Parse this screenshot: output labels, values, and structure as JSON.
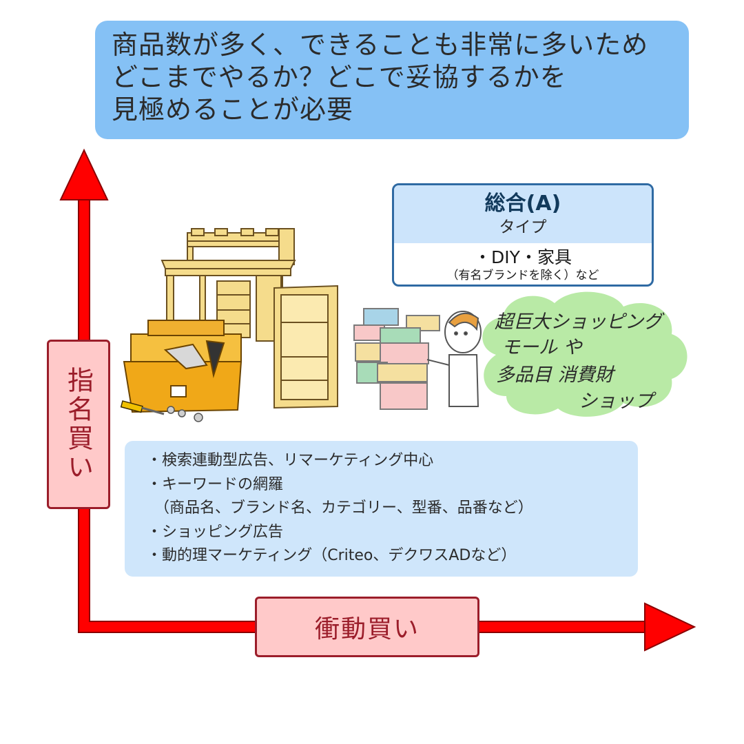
{
  "banner": {
    "lines": [
      "商品数が多く、できることも非常に多いため",
      "どこまでやるか？どこで妥協するかを",
      "見極めることが必要"
    ]
  },
  "type_box": {
    "title": "総合(A)",
    "subtitle": "タイプ",
    "item": "・DIY・家具",
    "note": "（有名ブランドを除く）など"
  },
  "cloud": {
    "lines": [
      "超巨大ショッピング",
      "モール や",
      "多品目 消費財",
      "ショップ"
    ]
  },
  "list": {
    "items": [
      "・検索連動型広告、リマーケティング中心",
      "・キーワードの網羅",
      "　（商品名、ブランド名、カテゴリー、型番、品番など）",
      "・ショッピング広告",
      "・動的理マーケティング（Criteo、デクワスADなど）"
    ]
  },
  "axes": {
    "y_label": "指名買い",
    "x_label": "衝動買い"
  },
  "colors": {
    "banner": "#85c1f5",
    "arrow": "#ff0000",
    "axis_label_bg": "#ffc9c9",
    "axis_label_border": "#9b1d2a",
    "cloud": "#b9eaa6",
    "list_bg": "#cfe6fb"
  }
}
